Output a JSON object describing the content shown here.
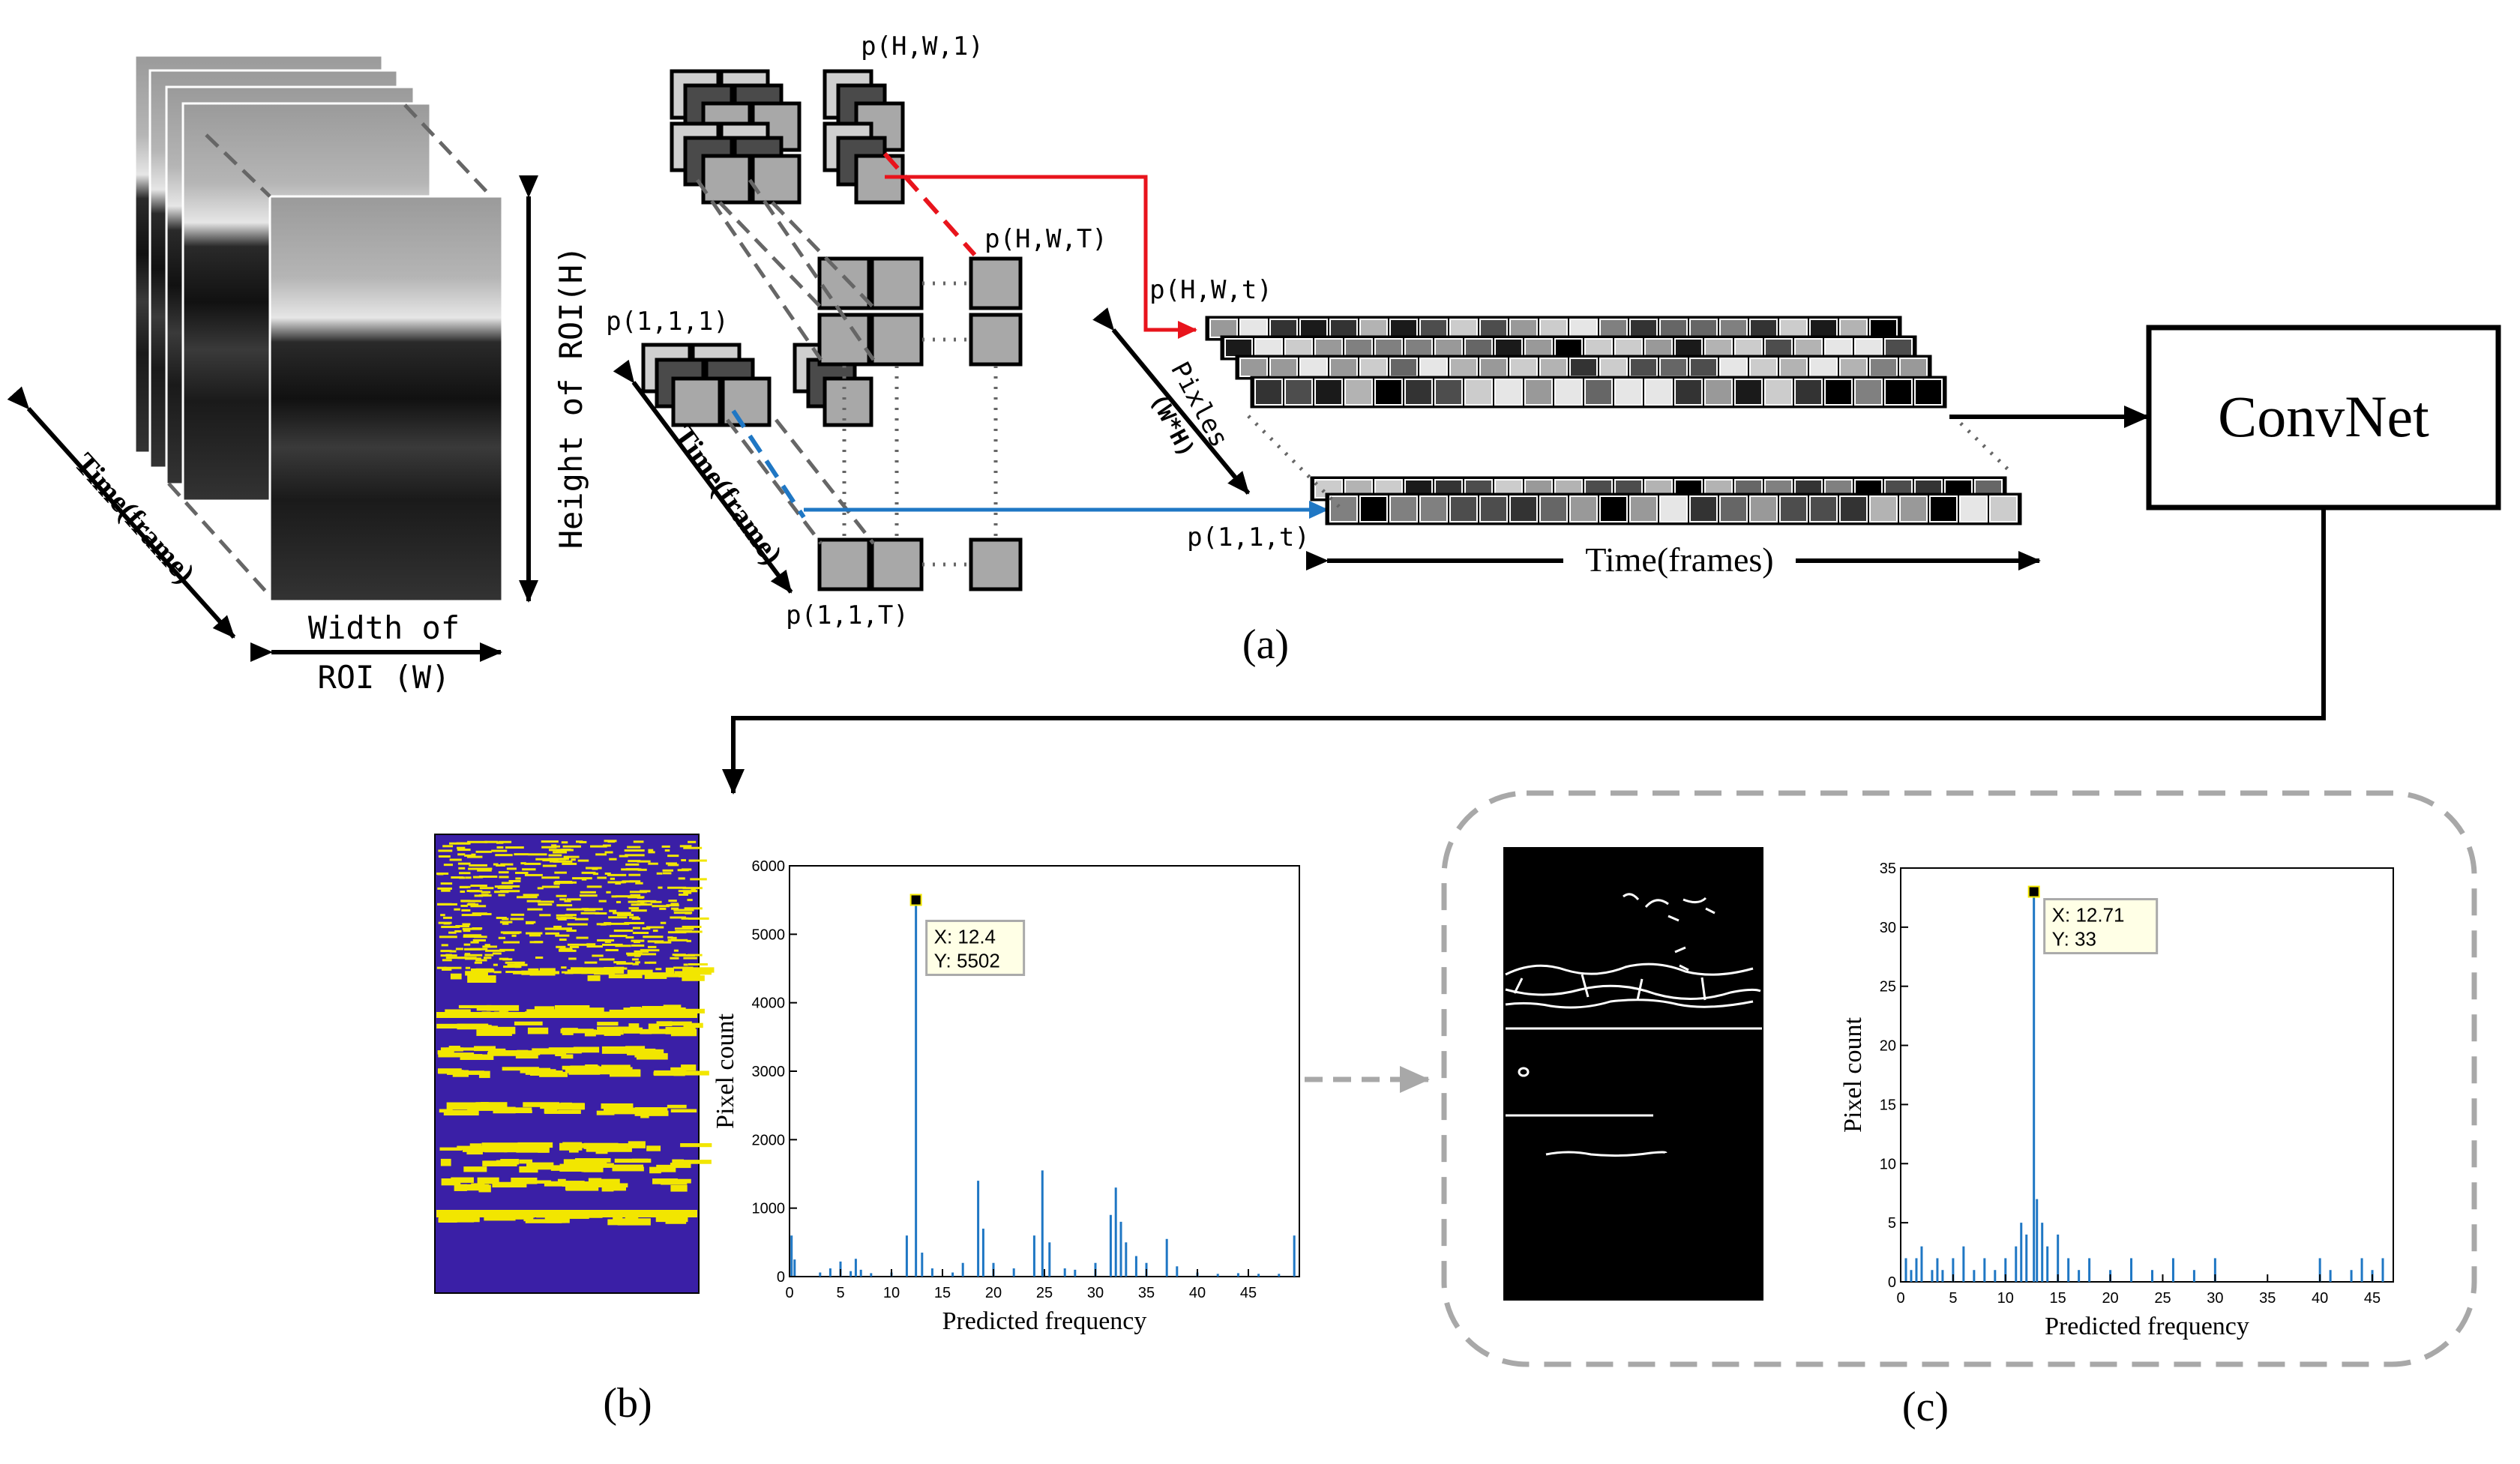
{
  "panel_a": {
    "label": "(a)",
    "roi_width_line1": "Width of",
    "roi_width_line2": "ROI (W)",
    "roi_height": "Height of ROI(H)",
    "time_left": "Time(frame)",
    "time_mid": "Time(frame)",
    "pixels": "Pixles",
    "pixels_sub": "(W*H)",
    "p_HW1": "p(H,W,1)",
    "p_HWT": "p(H,W,T)",
    "p_111": "p(1,1,1)",
    "p_11T": "p(1,1,T)",
    "p_HWt": "p(H,W,t)",
    "p_11t": "p(1,1,t)",
    "time_frames": "Time(frames)",
    "convnet": "ConvNet",
    "colors": {
      "red_path": "#e8141c",
      "blue_path": "#1f77c4",
      "cube_gray": "#a8a8a8",
      "cube_dark": "#4a4a4a"
    }
  },
  "panel_b": {
    "label": "(b)",
    "colors": {
      "background": "#3a1fa6",
      "foreground": "#f2e600"
    },
    "chart_data": {
      "type": "bar",
      "xlabel": "Predicted frequency",
      "ylabel": "Pixel count",
      "xlim": [
        0,
        50
      ],
      "ylim": [
        0,
        6000
      ],
      "xticks": [
        "0",
        "5",
        "10",
        "15",
        "20",
        "25",
        "30",
        "35",
        "40",
        "45"
      ],
      "yticks": [
        "0",
        "1000",
        "2000",
        "3000",
        "4000",
        "5000",
        "6000"
      ],
      "series": [
        {
          "x": [
            0.2,
            0.5,
            3,
            4,
            5,
            6,
            6.5,
            7,
            8,
            10,
            11.5,
            12.4,
            13,
            14,
            16,
            17,
            18.5,
            19,
            20,
            22,
            24,
            24.8,
            25.5,
            27,
            28,
            30,
            31.5,
            32,
            32.5,
            33,
            34,
            35,
            37,
            38,
            40,
            42,
            44,
            46,
            48,
            49.5
          ],
          "values": [
            600,
            250,
            60,
            120,
            220,
            80,
            260,
            100,
            50,
            60,
            600,
            5502,
            350,
            120,
            60,
            200,
            1400,
            700,
            200,
            120,
            600,
            1550,
            500,
            120,
            100,
            200,
            900,
            1300,
            800,
            500,
            300,
            200,
            550,
            150,
            60,
            40,
            50,
            40,
            40,
            600
          ]
        }
      ],
      "datatip": {
        "x": "X: 12.4",
        "y": "Y: 5502"
      }
    }
  },
  "panel_c": {
    "label": "(c)",
    "chart_data": {
      "type": "bar",
      "xlabel": "Predicted frequency",
      "ylabel": "Pixel count",
      "xlim": [
        0,
        47
      ],
      "ylim": [
        0,
        35
      ],
      "xticks": [
        "0",
        "5",
        "10",
        "15",
        "20",
        "25",
        "30",
        "35",
        "40",
        "45"
      ],
      "yticks": [
        "0",
        "5",
        "10",
        "15",
        "20",
        "25",
        "30",
        "35"
      ],
      "series": [
        {
          "x": [
            0.5,
            1,
            1.5,
            2,
            3,
            3.5,
            4,
            5,
            6,
            7,
            8,
            9,
            10,
            11,
            11.5,
            12,
            12.71,
            13,
            13.5,
            14,
            15,
            16,
            17,
            18,
            20,
            22,
            24,
            26,
            28,
            30,
            40,
            41,
            43,
            44,
            45,
            46
          ],
          "values": [
            2,
            1,
            2,
            3,
            1,
            2,
            1,
            2,
            3,
            1,
            2,
            1,
            2,
            3,
            5,
            4,
            33,
            7,
            5,
            3,
            4,
            2,
            1,
            2,
            1,
            2,
            1,
            2,
            1,
            2,
            2,
            1,
            1,
            2,
            1,
            2
          ]
        }
      ],
      "datatip": {
        "x": "X: 12.71",
        "y": "Y: 33"
      }
    }
  }
}
